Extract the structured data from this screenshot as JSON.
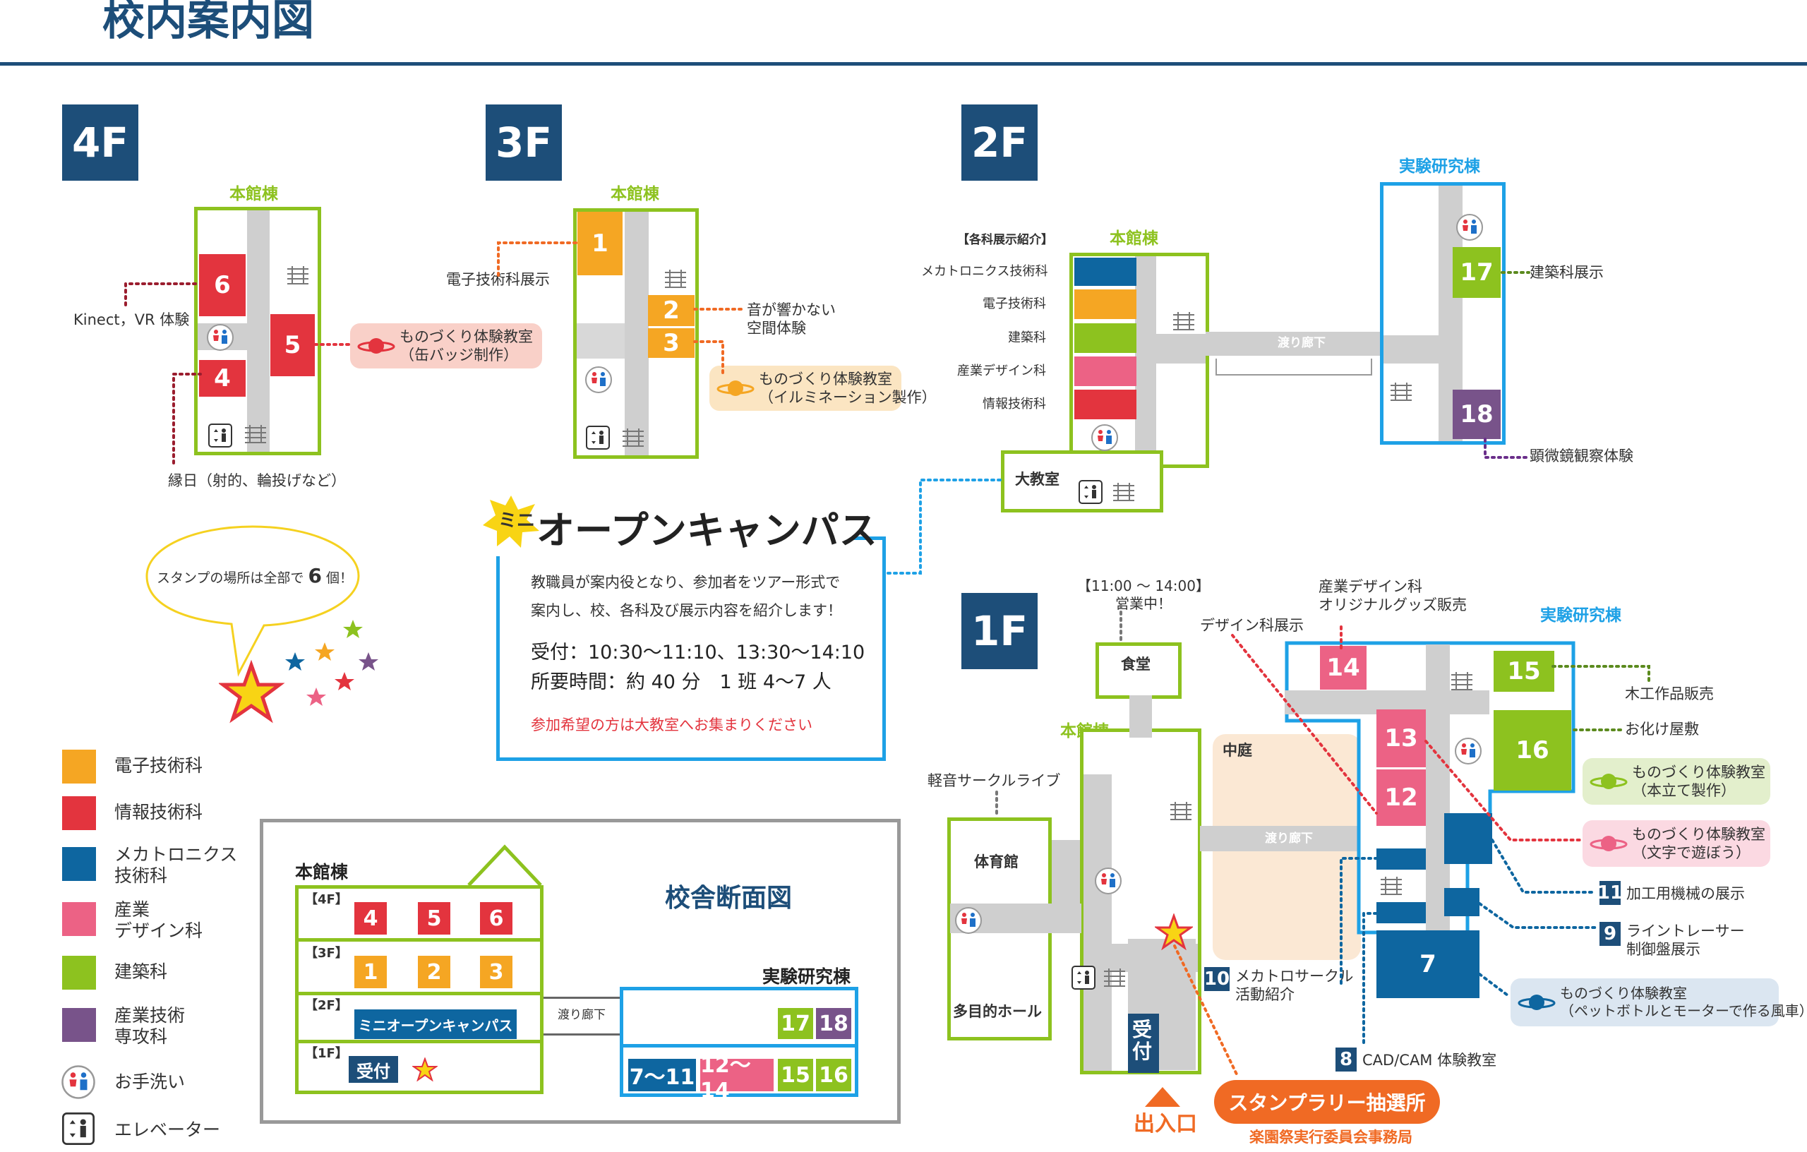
{
  "page_title": "校内案内図",
  "floors": {
    "f4": "4F",
    "f3": "3F",
    "f2": "2F",
    "f1": "1F"
  },
  "buildings": {
    "main": "本館棟",
    "lab": "実験研究棟"
  },
  "rooms": [
    "1",
    "2",
    "3",
    "4",
    "5",
    "6",
    "7",
    "8",
    "9",
    "10",
    "11",
    "12",
    "13",
    "14",
    "15",
    "16",
    "17",
    "18"
  ],
  "labels_4f": {
    "kinect": "Kinect，VR 体験",
    "ennichi": "縁日（射的、輪投げなど）",
    "mono": "ものづくり体験教室\n（缶バッジ制作）"
  },
  "labels_3f": {
    "denshi": "電子技術科展示",
    "oto": "音が響かない\n空間体験",
    "mono": "ものづくり体験教室\n（イルミネーション製作）"
  },
  "labels_2f": {
    "head": "【各科展示紹介】",
    "dept": [
      "メカトロニクス技術科",
      "電子技術科",
      "建築科",
      "産業デザイン科",
      "情報技術科"
    ],
    "daikyoshitsu": "大教室",
    "watari": "渡り廊下",
    "kenchiku": "建築科展示",
    "kenbikyo": "顕微鏡観察体験"
  },
  "labels_1f": {
    "shokudo_time": "【11:00 ～ 14:00】\n営業中！",
    "shokudo": "食堂",
    "design": "デザイン科展示",
    "sangyo": "産業デザイン科\nオリジナルグッズ販売",
    "keion": "軽音サークルライブ",
    "taiikukan": "体育館",
    "tamokuteki": "多目的ホール",
    "nakaniwa": "中庭",
    "watari": "渡り廊下",
    "uketsuke": "受付",
    "deiriguchi": "出入口",
    "stamp": "スタンプラリー抽選所",
    "jimukyoku": "楽園祭実行委員会事務局",
    "mokko": "木工作品販売",
    "obake": "お化け屋敷",
    "mono_hondate": "ものづくり体験教室\n（本立て製作）",
    "mono_moji": "ものづくり体験教室\n（文字で遊ぼう）",
    "kako": "加工用機械の展示",
    "line": "ライントレーサー\n制御盤展示",
    "mono_fusha": "ものづくり体験教室\n（ペットボトルとモーターで作る風車）",
    "mecha": "メカトロサークル\n活動紹介",
    "cad": "CAD/CAM 体験教室"
  },
  "open_campus": {
    "badge": "ミニ",
    "title": "オープンキャンパス",
    "desc": "教職員が案内役となり、参加者をツアー形式で\n案内し、校、各科及び展示内容を紹介します！",
    "reception": "受付：10:30～11:10、13:30～14:10",
    "duration": "所要時間：約 40 分　1 班 4～7 人",
    "note": "参加希望の方は大教室へお集まりください"
  },
  "stamp_note": {
    "pre": "スタンプの場所は全部で ",
    "num": "6",
    "post": " 個！"
  },
  "legend": [
    {
      "label": "電子技術科",
      "color": "#f5a623"
    },
    {
      "label": "情報技術科",
      "color": "#e3343e"
    },
    {
      "label": "メカトロニクス\n技術科",
      "color": "#0e66a0"
    },
    {
      "label": "産業\nデザイン科",
      "color": "#ec6285"
    },
    {
      "label": "建築科",
      "color": "#8dc21f"
    },
    {
      "label": "産業技術\n専攻科",
      "color": "#78538a"
    },
    {
      "label": "お手洗い",
      "icon": "restroom-icon"
    },
    {
      "label": "エレベーター",
      "icon": "elevator-icon"
    }
  ],
  "section": {
    "title": "校舎断面図",
    "main": "本館棟",
    "lab": "実験研究棟",
    "f4": "【4F】",
    "f3": "【3F】",
    "f2": "【2F】",
    "f1": "【1F】",
    "open": "ミニオープンキャンパス",
    "uketsuke": "受付",
    "watari": "渡り廊下",
    "r4": "4",
    "r5": "5",
    "r6": "6",
    "r1": "1",
    "r2": "2",
    "r3": "3",
    "r17": "17",
    "r18": "18",
    "r711": "7～11",
    "r1214": "12～14",
    "r15": "15",
    "r16": "16"
  },
  "colors": {
    "navy": "#1d4e79",
    "green": "#8dc21f",
    "blue": "#1ea1e6",
    "red": "#e3343e",
    "orange": "#f5a623",
    "pink": "#ec6285",
    "purple": "#78538a",
    "mecha": "#0e66a0",
    "gray": "#cfcfcf",
    "stamp": "#f06a24"
  }
}
